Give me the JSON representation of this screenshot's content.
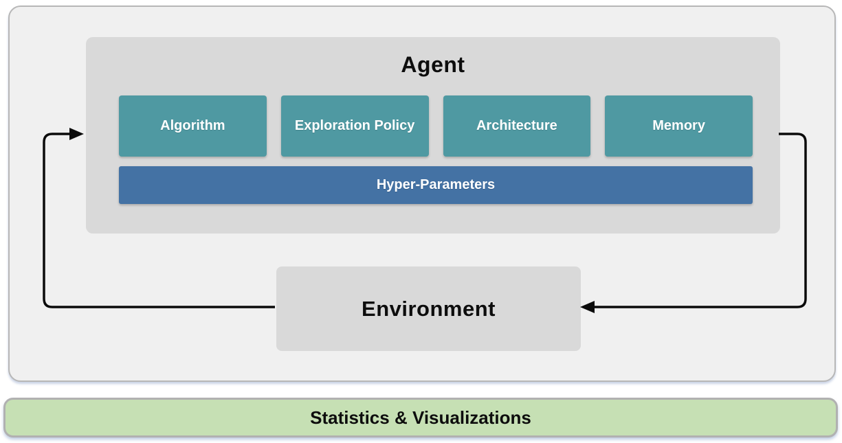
{
  "diagram": {
    "agent": {
      "title": "Agent",
      "modules": [
        {
          "label": "Algorithm"
        },
        {
          "label": "Exploration Policy"
        },
        {
          "label": "Architecture"
        },
        {
          "label": "Memory"
        }
      ],
      "hyper_parameters": {
        "label": "Hyper-Parameters"
      }
    },
    "environment": {
      "title": "Environment"
    },
    "statistics_bar": {
      "label": "Statistics & Visualizations"
    },
    "arrows": [
      {
        "name": "environment-to-agent",
        "from": "Environment",
        "to": "Agent"
      },
      {
        "name": "agent-to-environment",
        "from": "Agent",
        "to": "Environment"
      }
    ],
    "colors": {
      "module_fill": "#4f99a2",
      "hyper_parameters_fill": "#4472a4",
      "statistics_fill": "#c6e0b4",
      "agent_box_fill": "#d9d9d9",
      "environment_box_fill": "#d9d9d9",
      "panel_fill": "#f0f0f0",
      "panel_border": "#b7b7b7",
      "arrow": "#000000"
    }
  }
}
